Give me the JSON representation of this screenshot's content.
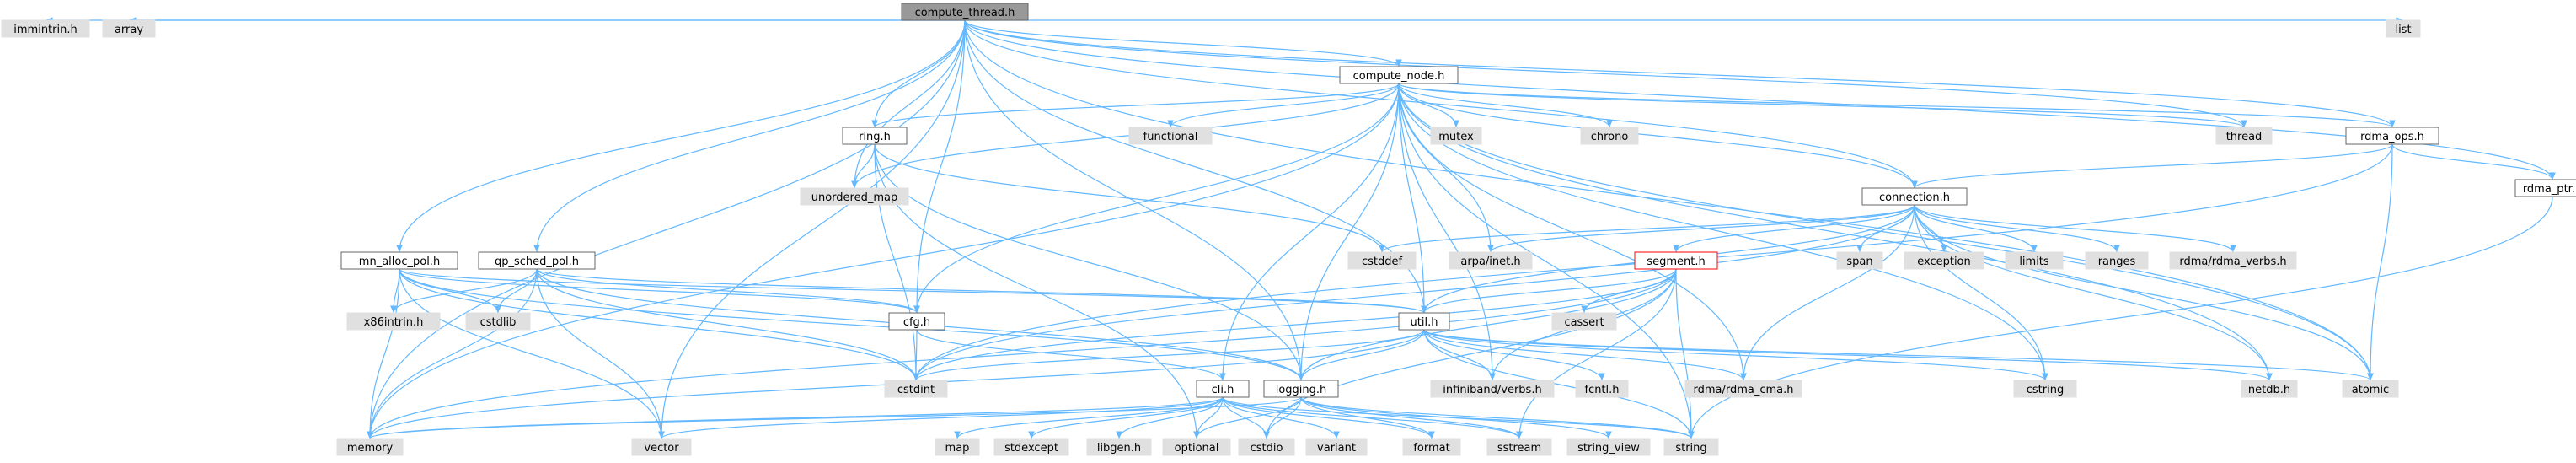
{
  "colors": {
    "edge": "#63b8ff",
    "node_file_fill": "#ffffff",
    "node_system_fill": "#e0e0e0",
    "node_current_fill": "#999999",
    "node_border": "#666666",
    "node_highlight_border": "#ff0000",
    "text": "#000000"
  },
  "nodes": [
    {
      "id": "compute_thread",
      "label": "compute_thread.h",
      "kind": "current"
    },
    {
      "id": "immintrin",
      "label": "immintrin.h",
      "kind": "system"
    },
    {
      "id": "array",
      "label": "array",
      "kind": "system"
    },
    {
      "id": "list",
      "label": "list",
      "kind": "system"
    },
    {
      "id": "compute_node",
      "label": "compute_node.h",
      "kind": "file"
    },
    {
      "id": "ring",
      "label": "ring.h",
      "kind": "file"
    },
    {
      "id": "functional",
      "label": "functional",
      "kind": "system"
    },
    {
      "id": "mutex",
      "label": "mutex",
      "kind": "system"
    },
    {
      "id": "chrono",
      "label": "chrono",
      "kind": "system"
    },
    {
      "id": "thread",
      "label": "thread",
      "kind": "system"
    },
    {
      "id": "rdma_ops",
      "label": "rdma_ops.h",
      "kind": "file"
    },
    {
      "id": "unordered_map",
      "label": "unordered_map",
      "kind": "system"
    },
    {
      "id": "connection",
      "label": "connection.h",
      "kind": "file"
    },
    {
      "id": "rdma_ptr",
      "label": "rdma_ptr.h",
      "kind": "file"
    },
    {
      "id": "mn_alloc_pol",
      "label": "mn_alloc_pol.h",
      "kind": "file"
    },
    {
      "id": "qp_sched_pol",
      "label": "qp_sched_pol.h",
      "kind": "file"
    },
    {
      "id": "cstddef",
      "label": "cstddef",
      "kind": "system"
    },
    {
      "id": "arpa_inet",
      "label": "arpa/inet.h",
      "kind": "system"
    },
    {
      "id": "segment",
      "label": "segment.h",
      "kind": "highlight"
    },
    {
      "id": "span",
      "label": "span",
      "kind": "system"
    },
    {
      "id": "exception",
      "label": "exception",
      "kind": "system"
    },
    {
      "id": "limits",
      "label": "limits",
      "kind": "system"
    },
    {
      "id": "ranges",
      "label": "ranges",
      "kind": "system"
    },
    {
      "id": "rdma_verbs",
      "label": "rdma/rdma_verbs.h",
      "kind": "system"
    },
    {
      "id": "x86intrin",
      "label": "x86intrin.h",
      "kind": "system"
    },
    {
      "id": "cstdlib",
      "label": "cstdlib",
      "kind": "system"
    },
    {
      "id": "cfg",
      "label": "cfg.h",
      "kind": "file"
    },
    {
      "id": "util",
      "label": "util.h",
      "kind": "file"
    },
    {
      "id": "cassert",
      "label": "cassert",
      "kind": "system"
    },
    {
      "id": "cstdint",
      "label": "cstdint",
      "kind": "system"
    },
    {
      "id": "logging",
      "label": "logging.h",
      "kind": "file"
    },
    {
      "id": "infiniband",
      "label": "infiniband/verbs.h",
      "kind": "system"
    },
    {
      "id": "fcntl",
      "label": "fcntl.h",
      "kind": "system"
    },
    {
      "id": "rdma_cma",
      "label": "rdma/rdma_cma.h",
      "kind": "system"
    },
    {
      "id": "cstring",
      "label": "cstring",
      "kind": "system"
    },
    {
      "id": "netdb",
      "label": "netdb.h",
      "kind": "system"
    },
    {
      "id": "atomic",
      "label": "atomic",
      "kind": "system"
    },
    {
      "id": "cli",
      "label": "cli.h",
      "kind": "file"
    },
    {
      "id": "memory",
      "label": "memory",
      "kind": "system"
    },
    {
      "id": "vector",
      "label": "vector",
      "kind": "system"
    },
    {
      "id": "map",
      "label": "map",
      "kind": "system"
    },
    {
      "id": "stdexcept",
      "label": "stdexcept",
      "kind": "system"
    },
    {
      "id": "libgen",
      "label": "libgen.h",
      "kind": "system"
    },
    {
      "id": "optional",
      "label": "optional",
      "kind": "system"
    },
    {
      "id": "cstdio",
      "label": "cstdio",
      "kind": "system"
    },
    {
      "id": "variant",
      "label": "variant",
      "kind": "system"
    },
    {
      "id": "format",
      "label": "format",
      "kind": "system"
    },
    {
      "id": "sstream",
      "label": "sstream",
      "kind": "system"
    },
    {
      "id": "string_view",
      "label": "string_view",
      "kind": "system"
    },
    {
      "id": "string",
      "label": "string",
      "kind": "system"
    }
  ],
  "edges": [
    [
      "compute_thread",
      "immintrin"
    ],
    [
      "compute_thread",
      "array"
    ],
    [
      "compute_thread",
      "list"
    ],
    [
      "compute_thread",
      "compute_node"
    ],
    [
      "compute_thread",
      "ring"
    ],
    [
      "compute_thread",
      "thread"
    ],
    [
      "compute_thread",
      "rdma_ops"
    ],
    [
      "compute_thread",
      "unordered_map"
    ],
    [
      "compute_thread",
      "connection"
    ],
    [
      "compute_thread",
      "rdma_ptr"
    ],
    [
      "compute_thread",
      "mn_alloc_pol"
    ],
    [
      "compute_thread",
      "qp_sched_pol"
    ],
    [
      "compute_thread",
      "cfg"
    ],
    [
      "compute_thread",
      "util"
    ],
    [
      "compute_thread",
      "logging"
    ],
    [
      "compute_thread",
      "memory"
    ],
    [
      "compute_thread",
      "vector"
    ],
    [
      "compute_thread",
      "atomic"
    ],
    [
      "compute_node",
      "ring"
    ],
    [
      "compute_node",
      "functional"
    ],
    [
      "compute_node",
      "mutex"
    ],
    [
      "compute_node",
      "chrono"
    ],
    [
      "compute_node",
      "thread"
    ],
    [
      "compute_node",
      "rdma_ops"
    ],
    [
      "compute_node",
      "unordered_map"
    ],
    [
      "compute_node",
      "connection"
    ],
    [
      "compute_node",
      "arpa_inet"
    ],
    [
      "compute_node",
      "cfg"
    ],
    [
      "compute_node",
      "util"
    ],
    [
      "compute_node",
      "logging"
    ],
    [
      "compute_node",
      "infiniband"
    ],
    [
      "compute_node",
      "rdma_cma"
    ],
    [
      "compute_node",
      "cstring"
    ],
    [
      "compute_node",
      "netdb"
    ],
    [
      "compute_node",
      "cli"
    ],
    [
      "compute_node",
      "memory"
    ],
    [
      "compute_node",
      "string"
    ],
    [
      "compute_node",
      "atomic"
    ],
    [
      "ring",
      "unordered_map"
    ],
    [
      "ring",
      "cstddef"
    ],
    [
      "ring",
      "cstdint"
    ],
    [
      "ring",
      "logging"
    ],
    [
      "ring",
      "optional"
    ],
    [
      "rdma_ops",
      "connection"
    ],
    [
      "rdma_ops",
      "rdma_ptr"
    ],
    [
      "rdma_ops",
      "atomic"
    ],
    [
      "rdma_ops",
      "cstdint"
    ],
    [
      "rdma_ptr",
      "string"
    ],
    [
      "connection",
      "cstddef"
    ],
    [
      "connection",
      "arpa_inet"
    ],
    [
      "connection",
      "segment"
    ],
    [
      "connection",
      "span"
    ],
    [
      "connection",
      "exception"
    ],
    [
      "connection",
      "limits"
    ],
    [
      "connection",
      "ranges"
    ],
    [
      "connection",
      "rdma_verbs"
    ],
    [
      "connection",
      "util"
    ],
    [
      "connection",
      "rdma_cma"
    ],
    [
      "connection",
      "cstring"
    ],
    [
      "connection",
      "netdb"
    ],
    [
      "connection",
      "atomic"
    ],
    [
      "connection",
      "cstdint"
    ],
    [
      "segment",
      "cassert"
    ],
    [
      "segment",
      "util"
    ],
    [
      "segment",
      "logging"
    ],
    [
      "segment",
      "infiniband"
    ],
    [
      "segment",
      "cstdint"
    ],
    [
      "segment",
      "string"
    ],
    [
      "segment",
      "memory"
    ],
    [
      "segment",
      "cstdio"
    ],
    [
      "segment",
      "sstream"
    ],
    [
      "mn_alloc_pol",
      "x86intrin"
    ],
    [
      "mn_alloc_pol",
      "cstdlib"
    ],
    [
      "mn_alloc_pol",
      "cfg"
    ],
    [
      "mn_alloc_pol",
      "util"
    ],
    [
      "mn_alloc_pol",
      "logging"
    ],
    [
      "mn_alloc_pol",
      "cstdint"
    ],
    [
      "mn_alloc_pol",
      "memory"
    ],
    [
      "mn_alloc_pol",
      "vector"
    ],
    [
      "qp_sched_pol",
      "x86intrin"
    ],
    [
      "qp_sched_pol",
      "cstdlib"
    ],
    [
      "qp_sched_pol",
      "cfg"
    ],
    [
      "qp_sched_pol",
      "util"
    ],
    [
      "qp_sched_pol",
      "logging"
    ],
    [
      "qp_sched_pol",
      "cstdint"
    ],
    [
      "qp_sched_pol",
      "memory"
    ],
    [
      "qp_sched_pol",
      "vector"
    ],
    [
      "cfg",
      "cli"
    ],
    [
      "cfg",
      "cstdint"
    ],
    [
      "util",
      "cstdint"
    ],
    [
      "util",
      "logging"
    ],
    [
      "util",
      "infiniband"
    ],
    [
      "util",
      "fcntl"
    ],
    [
      "util",
      "rdma_cma"
    ],
    [
      "util",
      "cstring"
    ],
    [
      "util",
      "netdb"
    ],
    [
      "util",
      "atomic"
    ],
    [
      "util",
      "string"
    ],
    [
      "util",
      "memory"
    ],
    [
      "logging",
      "cstdio"
    ],
    [
      "logging",
      "format"
    ],
    [
      "logging",
      "sstream"
    ],
    [
      "logging",
      "string_view"
    ],
    [
      "logging",
      "string"
    ],
    [
      "logging",
      "optional"
    ],
    [
      "logging",
      "memory"
    ],
    [
      "cli",
      "map"
    ],
    [
      "cli",
      "stdexcept"
    ],
    [
      "cli",
      "libgen"
    ],
    [
      "cli",
      "optional"
    ],
    [
      "cli",
      "cstdio"
    ],
    [
      "cli",
      "variant"
    ],
    [
      "cli",
      "format"
    ],
    [
      "cli",
      "string"
    ],
    [
      "cli",
      "memory"
    ],
    [
      "cli",
      "vector"
    ],
    [
      "cli",
      "sstream"
    ]
  ]
}
